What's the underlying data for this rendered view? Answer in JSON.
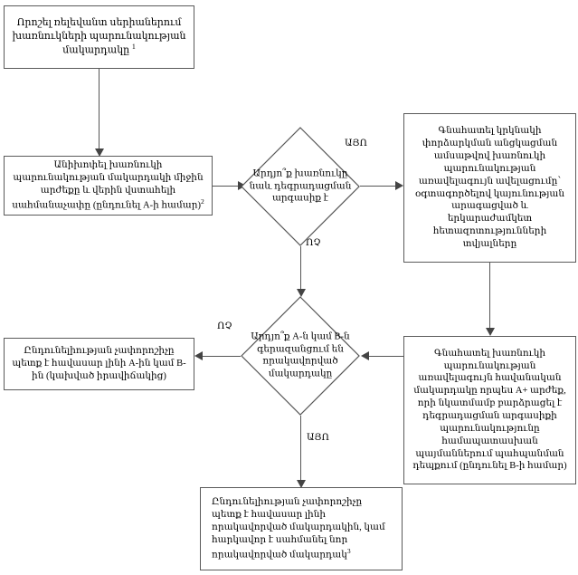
{
  "diagram": {
    "title": "Impurity qualification decision flowchart",
    "font_color": "#000000",
    "box_border_color": "#5a5a5a",
    "connector_color": "#555555",
    "nodes": {
      "start": {
        "id": "determine-impurity-level",
        "text": "Որոշել ռելեվանտ սերիաներում խառնուկների պարունակության մակարդակը",
        "footnote": "1"
      },
      "mean_upper_limit": {
        "id": "mean-and-upper-confidence-limit",
        "text": "Անիխոփել խառնուկի պարունակության մակարդակի միջին արժեքը և վերին վստահելի սահմանաչափը (ընդունել A-ի համար)",
        "footnote": "2"
      },
      "decision_degradation": {
        "id": "is-impurity-degradation-product",
        "text": "Արդյո՞ք խառնուկը նաև դեգրադացման արգասիք է"
      },
      "estimate_max_increase": {
        "id": "estimate-max-increase-at-retest",
        "text": "Գնահատել կրկնակի փորձարկման անցկացման ամսաթվով խառնուկի պարունակության առավելագույն ավելացումը՝ օգտագործելով կայունության արագացված և երկարաժամկետ հետազոտությունների տվյալները"
      },
      "estimate_max_level_b": {
        "id": "estimate-max-probable-level-b",
        "text": "Գնահատել խառնուկի պարունակության առավելագույն հավանական մակարդակը որպես A+ արժեք, որի նկատմամբ բարձրացել է դեգրադացման արգասիքի պարունակությունը համապատասխան պայմաններում պահպանման դեպքում (ընդունել B-ի համար)"
      },
      "decision_exceed": {
        "id": "does-a-or-b-exceed-qualified-level",
        "text": "Արդյո՞ք A-ն կամ B-ն գերազանցում են որակավորված մակարդակը"
      },
      "criterion_a_or_b": {
        "id": "acceptance-criterion-equals-a-or-b",
        "text": "Ընդունելիության չափորոշիչը պետք է հավասար լինի A-ին կամ B-ին (կախված իրավիճակից)"
      },
      "criterion_qualified": {
        "id": "acceptance-criterion-equals-qualified-level",
        "text": "Ընդունելիության չափորոշիչը պետք է հավասար լինի որակավորված մակարդակին, կամ հարկավոր է սահմանել նոր որակավորված մակարդակ",
        "footnote": "3"
      }
    },
    "edge_labels": {
      "yes_right": "ԱՅՈ",
      "no_down": "ՈՉ",
      "no_left": "ՈՉ",
      "yes_down": "ԱՅՈ"
    }
  }
}
